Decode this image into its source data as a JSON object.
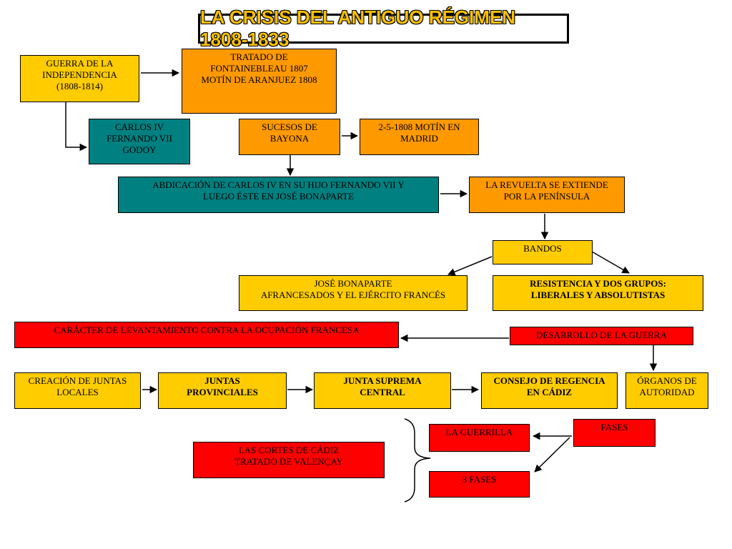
{
  "title": "LA CRISIS DEL ANTIGUO RÉGIMEN 1808-1833",
  "colors": {
    "yellow": "#ffcc00",
    "orange": "#ff9900",
    "teal": "#008080",
    "red": "#ff0000"
  },
  "nodes": {
    "guerra_independencia": [
      "GUERRA DE LA",
      "INDEPENDENCIA",
      "(1808-1814)"
    ],
    "tratado_fontainebleau": [
      "TRATADO DE",
      "FONTAINEBLEAU 1807",
      "MOTÍN DE ARANJUEZ 1808"
    ],
    "carlos_fernando_godoy": [
      "CARLOS IV",
      "FERNANDO VII",
      "GODOY"
    ],
    "sucesos_bayona": [
      "SUCESOS DE",
      "BAYONA"
    ],
    "motin_madrid": [
      "2-5-1808 MOTÍN EN",
      "MADRID"
    ],
    "abdicacion": [
      "ABDICACIÓN DE CARLOS IV EN SU HIJO FERNANDO VII Y",
      "LUEGO ÉSTE EN JOSÉ BONAPARTE"
    ],
    "revuelta": [
      "LA REVUELTA SE EXTIENDE",
      "POR LA PENÍNSULA"
    ],
    "bandos": [
      "BANDOS"
    ],
    "jose_bonaparte": [
      "JOSÉ BONAPARTE",
      "AFRANCESADOS Y EL EJÉRCITO FRANCÉS"
    ],
    "resistencia": [
      "RESISTENCIA Y DOS GRUPOS:",
      "LIBERALES Y ABSOLUTISTAS"
    ],
    "caracter": [
      "CARÁCTER DE LEVANTAMIENTO CONTRA LA OCUPACIÓN FRANCESA"
    ],
    "desarrollo": [
      "DESARROLLO DE LA GUERRA"
    ],
    "juntas_locales": [
      "CREACIÓN DE JUNTAS",
      "LOCALES"
    ],
    "juntas_provinciales": [
      "JUNTAS",
      "PROVINCIALES"
    ],
    "junta_suprema": [
      "JUNTA SUPREMA",
      "CENTRAL"
    ],
    "consejo_regencia": [
      "CONSEJO DE REGENCIA",
      "EN CÁDIZ"
    ],
    "organos_autoridad": [
      "ÓRGANOS DE",
      "AUTORIDAD"
    ],
    "fases": [
      "FASES"
    ],
    "guerrilla": [
      "LA GUERRILLA"
    ],
    "tres_fases": [
      "3 FASES"
    ],
    "cortes_cadiz": [
      "LAS CORTES DE CÁDIZ",
      "TRATADO DE VALENÇAY"
    ]
  }
}
